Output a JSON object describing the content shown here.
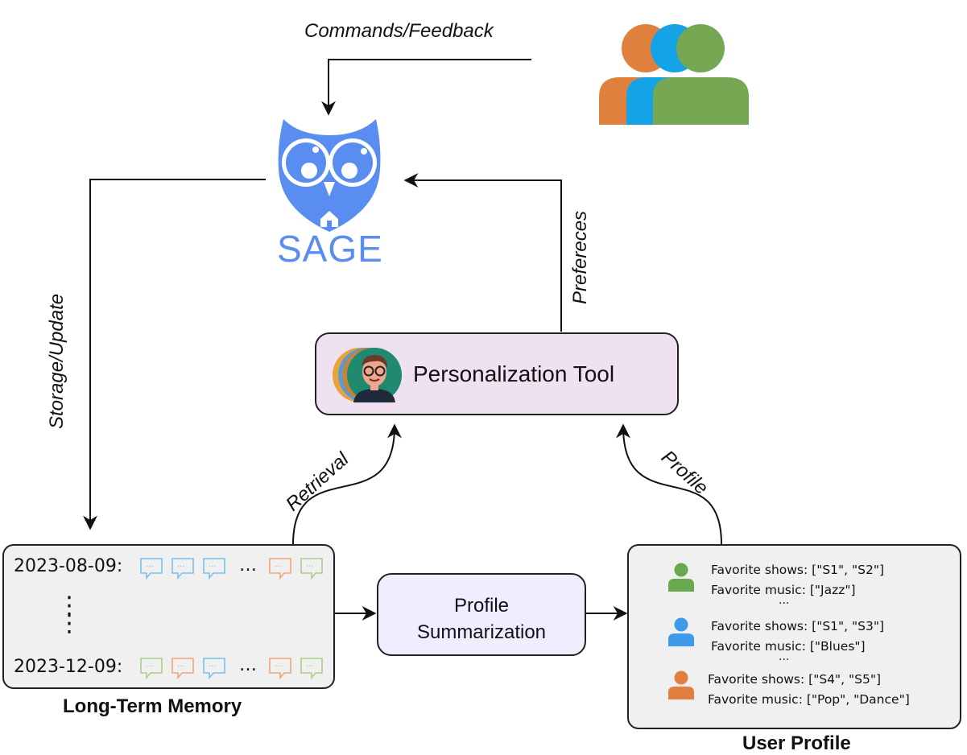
{
  "edges": {
    "commands_feedback": "Commands/Feedback",
    "storage_update": "Storage/Update",
    "preferences": "Prefereces",
    "retrieval": "Retrieval",
    "profile": "Profile"
  },
  "sage": {
    "label": "SAGE",
    "color": "#5a8df0"
  },
  "tool": {
    "label": "Personalization Tool"
  },
  "summarization": {
    "line1": "Profile",
    "line2": "Summarization"
  },
  "memory": {
    "caption": "Long-Term Memory",
    "rows": [
      {
        "date": "2023-08-09:",
        "bubbles": [
          "blue",
          "blue",
          "blue",
          "orange",
          "green"
        ]
      },
      {
        "date": "2023-12-09:",
        "bubbles": [
          "green",
          "orange",
          "blue",
          "orange",
          "green"
        ]
      }
    ],
    "ellipsis": "…",
    "vertical_ellipsis": "⋮"
  },
  "profile": {
    "caption": "User Profile",
    "users": [
      {
        "color": "#6aa84f",
        "shows": "Favorite shows: [\"S1\", \"S2\"]",
        "music": "Favorite music: [\"Jazz\"]"
      },
      {
        "color": "#3d9be9",
        "shows": "Favorite shows: [\"S1\", \"S3\"]",
        "music": "Favorite music: [\"Blues\"]"
      },
      {
        "color": "#e07f3e",
        "shows": "Favorite shows: [\"S4\", \"S5\"]",
        "music": "Favorite music: [\"Pop\", \"Dance\"]"
      }
    ],
    "dots": "..."
  },
  "colors": {
    "orange": "#e0803f",
    "blue": "#14a3e6",
    "green": "#76a854",
    "bubble_blue": "#7cc0ea",
    "bubble_orange": "#f0a67a",
    "bubble_green": "#a9cf8a"
  }
}
